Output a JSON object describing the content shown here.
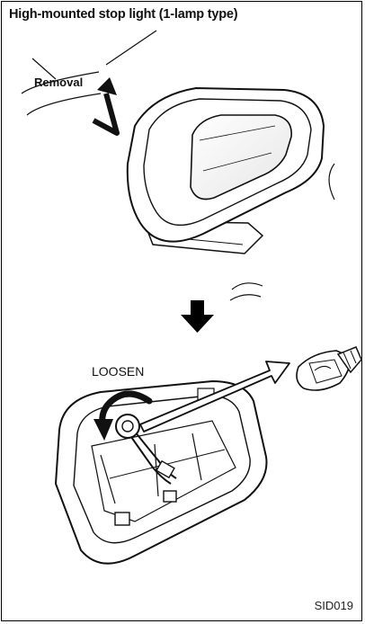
{
  "diagram": {
    "title": "High-mounted stop light (1-lamp type)",
    "labels": {
      "removal": "Removal",
      "loosen": "LOOSEN"
    },
    "figure_id": "SID019"
  }
}
